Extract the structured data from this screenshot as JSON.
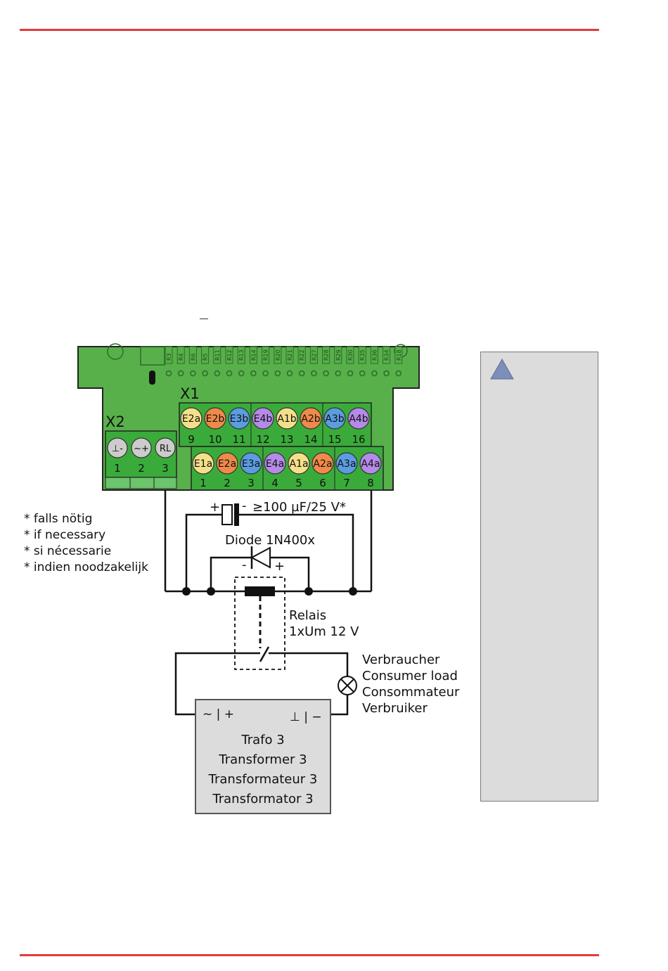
{
  "colors": {
    "rule": "#e23b3b",
    "pcb": "#58b04a",
    "terminal": "#3aab3a",
    "yellow": "#f5e08a",
    "orange": "#f08a4a",
    "blue": "#5b9de0",
    "purple": "#b58ae8",
    "gray": "#cccccc",
    "panel": "#dcdcdc"
  },
  "board": {
    "connector_x1_label": "X1",
    "connector_x2_label": "X2",
    "resistors": [
      "R3",
      "R4",
      "R6",
      "R5",
      "R11",
      "R12",
      "R13",
      "R14",
      "R19",
      "R20",
      "R21",
      "R22",
      "R27",
      "R28",
      "R29",
      "R30",
      "R35",
      "R36",
      "R34",
      "R18"
    ]
  },
  "x1_top": [
    {
      "label": "E2a",
      "num": "9",
      "color": "yellow"
    },
    {
      "label": "E2b",
      "num": "10",
      "color": "orange"
    },
    {
      "label": "E3b",
      "num": "11",
      "color": "blue"
    },
    {
      "label": "E4b",
      "num": "12",
      "color": "purple"
    },
    {
      "label": "A1b",
      "num": "13",
      "color": "yellow"
    },
    {
      "label": "A2b",
      "num": "14",
      "color": "orange"
    },
    {
      "label": "A3b",
      "num": "15",
      "color": "blue"
    },
    {
      "label": "A4b",
      "num": "16",
      "color": "purple"
    }
  ],
  "x1_bottom": [
    {
      "label": "E1a",
      "num": "1",
      "color": "yellow"
    },
    {
      "label": "E2a",
      "num": "2",
      "color": "orange"
    },
    {
      "label": "E3a",
      "num": "3",
      "color": "blue"
    },
    {
      "label": "E4a",
      "num": "4",
      "color": "purple"
    },
    {
      "label": "A1a",
      "num": "5",
      "color": "yellow"
    },
    {
      "label": "A2a",
      "num": "6",
      "color": "orange"
    },
    {
      "label": "A3a",
      "num": "7",
      "color": "blue"
    },
    {
      "label": "A4a",
      "num": "8",
      "color": "purple"
    }
  ],
  "x2": [
    {
      "label": "⊥-",
      "num": "1"
    },
    {
      "label": "~+",
      "num": "2"
    },
    {
      "label": "RL",
      "num": "3"
    }
  ],
  "capacitor": {
    "plus": "+",
    "minus": "-",
    "label": "≥100 µF/25 V*"
  },
  "diode": {
    "label": "Diode 1N400x",
    "minus": "-",
    "plus": "+"
  },
  "relay": {
    "line1": "Relais",
    "line2": "1xUm 12 V"
  },
  "load": {
    "lines": [
      "Verbraucher",
      "Consumer load",
      "Consommateur",
      "Verbruiker"
    ]
  },
  "transformer": {
    "left_terminal": "~ | +",
    "right_terminal": "⊥ | −",
    "lines": [
      "Trafo 3",
      "Transformer 3",
      "Transformateur 3",
      "Transformator 3"
    ]
  },
  "footnotes": [
    "* falls nötig",
    "* if necessary",
    "* si nécessarie",
    "* indien noodzakelijk"
  ]
}
